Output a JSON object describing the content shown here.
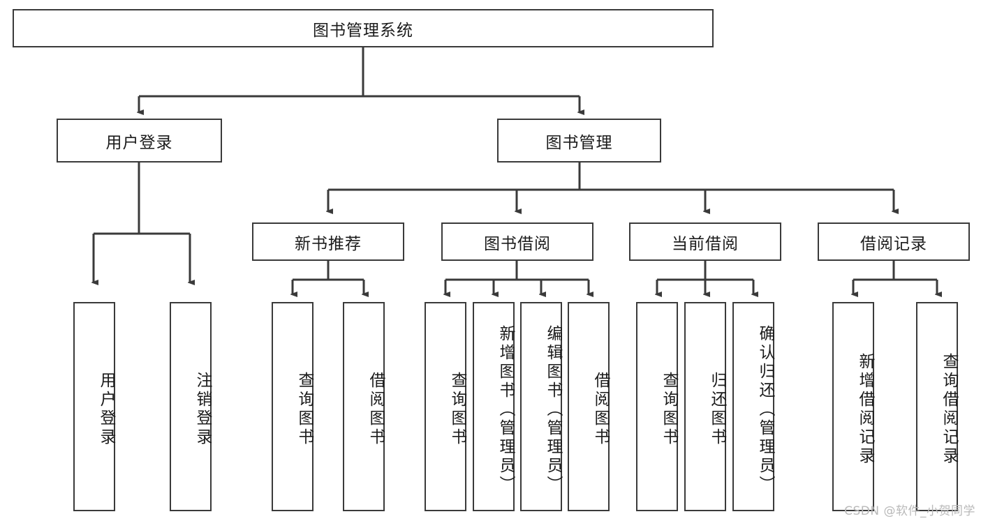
{
  "diagram": {
    "title": "图书管理系统",
    "watermark": "CSDN @软件_小贺同学",
    "line_color": "#3a3a3a",
    "box_fill": "#ffffff",
    "text_color": "#1b1b1b",
    "watermark_color": "#b9b9b9",
    "root": {
      "label": "图书管理系统"
    },
    "level2": [
      {
        "label": "用户登录"
      },
      {
        "label": "图书管理"
      }
    ],
    "level3": [
      {
        "label": "新书推荐"
      },
      {
        "label": "图书借阅"
      },
      {
        "label": "当前借阅"
      },
      {
        "label": "借阅记录"
      }
    ],
    "leaves": {
      "user_login": [
        {
          "label": "用户登录"
        },
        {
          "label": "注销登录"
        }
      ],
      "new_book": [
        {
          "label": "查询图书"
        },
        {
          "label": "借阅图书"
        }
      ],
      "book_borrow": [
        {
          "label": "查询图书"
        },
        {
          "label": "新增图书（管理员）"
        },
        {
          "label": "编辑图书（管理员）"
        },
        {
          "label": "借阅图书"
        }
      ],
      "current_borrow": [
        {
          "label": "查询图书"
        },
        {
          "label": "归还图书"
        },
        {
          "label": "确认归还（管理员）"
        }
      ],
      "borrow_record": [
        {
          "label": "新增借阅记录"
        },
        {
          "label": "查询借阅记录"
        }
      ]
    }
  }
}
